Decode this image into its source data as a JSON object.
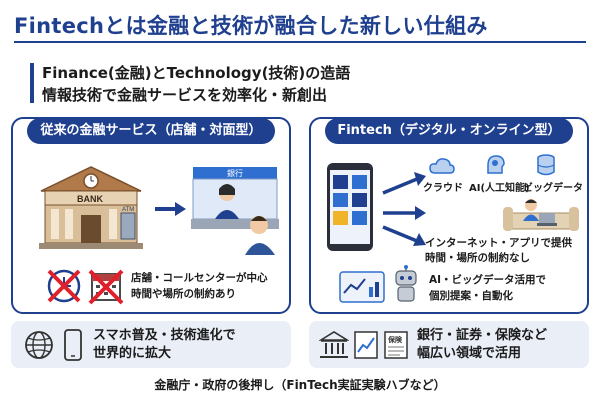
{
  "title": "Fintechとは金融と技術が融合した新しい仕組み",
  "intro": {
    "line1": "Finance(金融)とTechnology(技術)の造語",
    "line2": "情報技術で金融サービスを効率化・新創出"
  },
  "left_panel": {
    "header": "従来の金融サービス（店舗・対面型）",
    "bank_sign": "BANK",
    "atm_label": "ATM",
    "counter_sign": "銀行",
    "note_line1": "店舗・コールセンターが中心",
    "note_line2": "時間や場所の制約あり"
  },
  "right_panel": {
    "header": "Fintech（デジタル・オンライン型）",
    "tech": [
      "クラウド",
      "AI(人工知能)",
      "ビッグデータ"
    ],
    "internet_line1": "インターネット・アプリで提供",
    "internet_line2": "時間・場所の制約なし",
    "ai_line1": "AI・ビッグデータ活用で",
    "ai_line2": "個別提案・自動化"
  },
  "bottom_left": {
    "line1": "スマホ普及・技術進化で",
    "line2": "世界的に拡大"
  },
  "bottom_right": {
    "line1": "銀行・証券・保険など",
    "line2": "幅広い領域で活用",
    "doc_label": "保険"
  },
  "footer": "金融庁・政府の後押し（FinTech実証実験ハブなど）",
  "colors": {
    "primary": "#1f3f8f",
    "accent": "#2e6fd0",
    "bg_soft": "#e9eef7",
    "cross": "#e0202a"
  }
}
